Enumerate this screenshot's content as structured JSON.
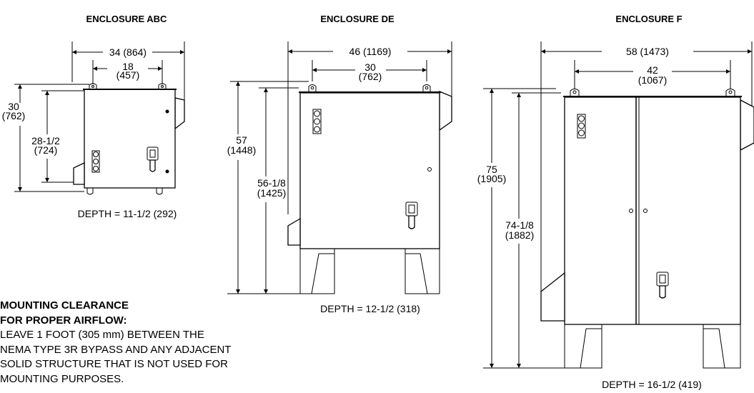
{
  "enclosures": {
    "abc": {
      "title": "ENCLOSURE ABC",
      "width_overall": "34 (864)",
      "width_mount_a": "18",
      "width_mount_b": "(457)",
      "height_overall_a": "30",
      "height_overall_b": "(762)",
      "height_mount_a": "28-1/2",
      "height_mount_b": "(724)",
      "depth": "DEPTH = 11-1/2 (292)"
    },
    "de": {
      "title": "ENCLOSURE DE",
      "width_overall": "46 (1169)",
      "width_mount_a": "30",
      "width_mount_b": "(762)",
      "height_overall_a": "57",
      "height_overall_b": "(1448)",
      "height_mount_a": "56-1/8",
      "height_mount_b": "(1425)",
      "depth": "DEPTH = 12-1/2 (318)"
    },
    "f": {
      "title": "ENCLOSURE F",
      "width_overall": "58 (1473)",
      "width_mount_a": "42",
      "width_mount_b": "(1067)",
      "height_overall_a": "75",
      "height_overall_b": "(1905)",
      "height_mount_a": "74-1/8",
      "height_mount_b": "(1882)",
      "depth": "DEPTH = 16-1/2 (419)"
    }
  },
  "note": {
    "heading_1": "MOUNTING CLEARANCE",
    "heading_2": "FOR PROPER AIRFLOW:",
    "line_1": "LEAVE 1 FOOT (305 mm) BETWEEN THE",
    "line_2": "NEMA TYPE 3R BYPASS AND ANY ADJACENT",
    "line_3": "SOLID STRUCTURE THAT IS NOT USED FOR",
    "line_4": "MOUNTING PURPOSES."
  }
}
